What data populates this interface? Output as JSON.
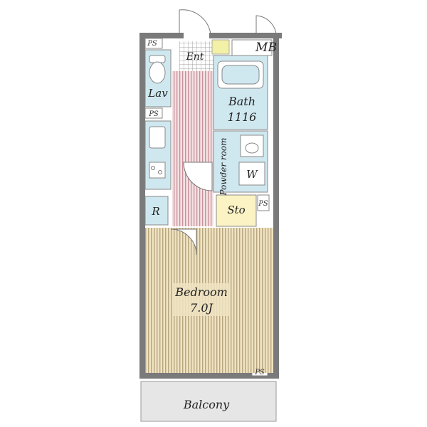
{
  "floorplan": {
    "entrance_label": "Ent",
    "meter_box_label": "MB",
    "pipe_space_label": "PS",
    "lavatory_label": "Lav",
    "bath_label": "Bath",
    "bath_size": "1116",
    "powder_room_label": "Powder room",
    "washer_label": "W",
    "storage_label": "Sto",
    "refrigerator_label": "R",
    "bedroom_label": "Bedroom",
    "bedroom_size": "7.0J",
    "balcony_label": "Balcony"
  },
  "colors": {
    "wall": "#7a7a7a",
    "wet_area": "#cfe8f0",
    "corridor_stripe": "#c98f97",
    "bedroom_floor": "#efe3c2",
    "bedroom_stripe": "#b9a57e",
    "storage": "#fbf3c4",
    "balcony": "#e6e6e6",
    "meter_accent": "#f3f0a8"
  }
}
